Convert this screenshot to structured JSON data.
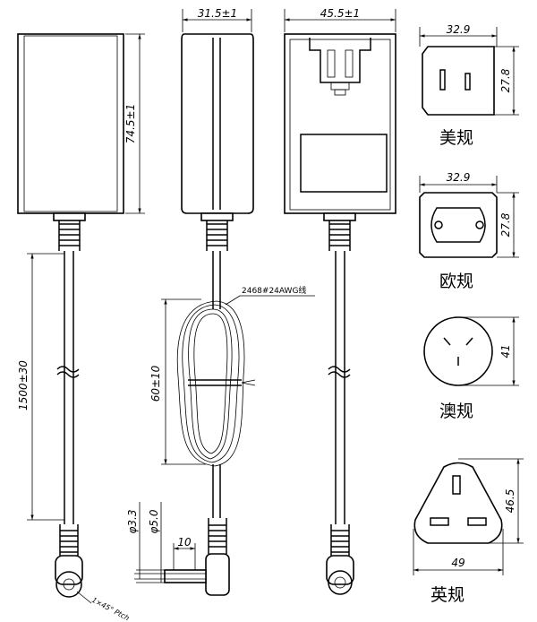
{
  "dimensions": {
    "width_315": "31.5±1",
    "width_455": "45.5±1",
    "height_745": "74.5±1",
    "cable_length": "1500±30",
    "coil_length": "60±10",
    "wire_spec": "2468#24AWG线",
    "phi_33": "φ3.3",
    "phi_50": "φ5.0",
    "plug_len_10": "10",
    "tip_note": "1×45° Ptch"
  },
  "plugs": {
    "us": {
      "label": "美规",
      "width": "32.9",
      "height": "27.8"
    },
    "eu": {
      "label": "欧规",
      "width": "32.9",
      "height": "27.8"
    },
    "au": {
      "label": "澳规",
      "dia": "41"
    },
    "uk": {
      "label": "英规",
      "width": "49",
      "height": "46.5"
    }
  }
}
